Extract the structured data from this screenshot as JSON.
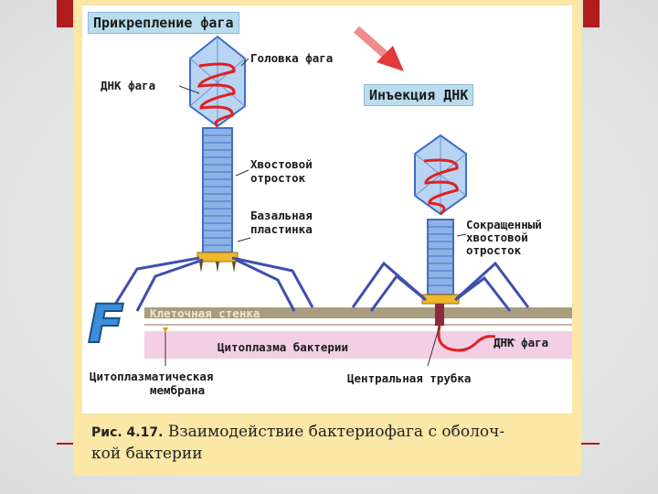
{
  "figure": {
    "titles": {
      "attachment": "Прикрепление фага",
      "injection": "Инъекция ДНК"
    },
    "labels": {
      "phage_head": "Головка фага",
      "phage_dna_left": "ДНК фага",
      "tail_sheath_1": "Хвостовой",
      "tail_sheath_2": "отросток",
      "base_plate_1": "Базальная",
      "base_plate_2": "пластинка",
      "contracted_1": "Сокращенный",
      "contracted_2": "хвостовой",
      "contracted_3": "отросток",
      "cell_wall": "Клеточная стенка",
      "cytoplasm": "Цитоплазма бактерии",
      "phage_dna_right": "ДНК фага",
      "membrane_1": "Цитоплазматическая",
      "membrane_2": "мембрана",
      "central_tube": "Центральная трубка"
    },
    "badge_letter": "F",
    "caption_number": "Рис. 4.17.",
    "caption_text_1": "Взаимодействие бактериофага с оболоч-",
    "caption_text_2": "кой бактерии"
  },
  "colors": {
    "frame": "#fbe7a6",
    "title_box": "#b9dcef",
    "accent_red": "#b01c1c",
    "phage_blue": "#3f6fc4",
    "dna_red": "#e02020",
    "cell_wall": "#a89d7e",
    "cytoplasm": "#f3cfe6"
  }
}
